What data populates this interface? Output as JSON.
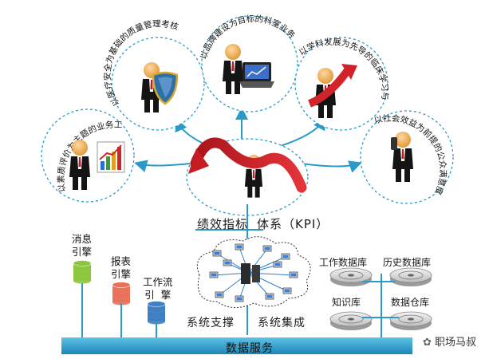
{
  "kpi": {
    "title": "绩效指标",
    "title2": "体系（KPI）"
  },
  "goals": [
    {
      "label": "以素质评价为主题的业务工作量考核",
      "icon": "growth-chart-icon"
    },
    {
      "label": "以医疗安全为基础的质量管理考核",
      "icon": "shield-icon"
    },
    {
      "label": "以品牌建设为目标的科室业务考核",
      "icon": "laptop-icon"
    },
    {
      "label": "以学科发展为先导的临床学习与创新考核",
      "icon": "rising-arrow-icon"
    },
    {
      "label": "以社会效益为前提的公众满意度评价",
      "icon": "phone-icon"
    }
  ],
  "engines": [
    {
      "label": "消息\n引擎",
      "color": "#8cc63f"
    },
    {
      "label": "报表\n引擎",
      "color": "#e8735a"
    },
    {
      "label": "工作流\n引  擎",
      "color": "#3f7fc4"
    }
  ],
  "network": {
    "support_label": "系统支撑",
    "integration_label": "系统集成"
  },
  "databases": [
    {
      "label": "工作数据库"
    },
    {
      "label": "历史数据库"
    },
    {
      "label": "知识库"
    },
    {
      "label": "数据仓库"
    }
  ],
  "bus": {
    "label": "数据服务",
    "color": "#2a9bc8"
  },
  "brand": {
    "label": "职场马叔"
  },
  "colors": {
    "line": "#2a9bc8",
    "arrow_red": "#d2232a"
  }
}
